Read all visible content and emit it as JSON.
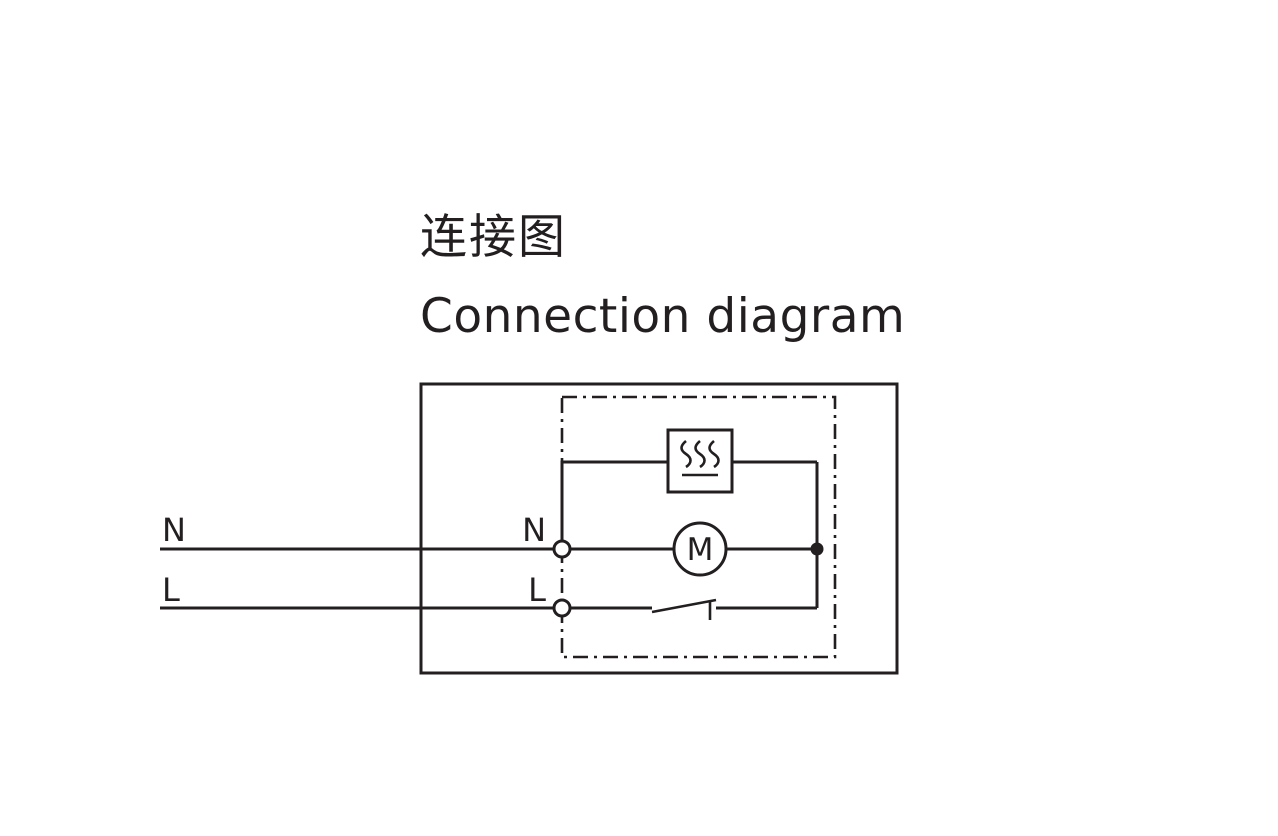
{
  "page": {
    "background": "#ffffff",
    "ink": "#231f20"
  },
  "title": {
    "zh": "连接图",
    "en": "Connection diagram"
  },
  "diagram": {
    "supply": {
      "neutral_label": "N",
      "live_label": "L"
    },
    "terminals": {
      "neutral_label": "N",
      "live_label": "L"
    },
    "motor_label": "M",
    "components": {
      "enclosure": "appliance-outer-box",
      "control_unit": "dashed-control-enclosure",
      "heater": "heating-element",
      "motor": "motor",
      "switch": "thermal-switch",
      "junction": "wire-junction"
    },
    "colors": {
      "line": "#231f20"
    }
  }
}
